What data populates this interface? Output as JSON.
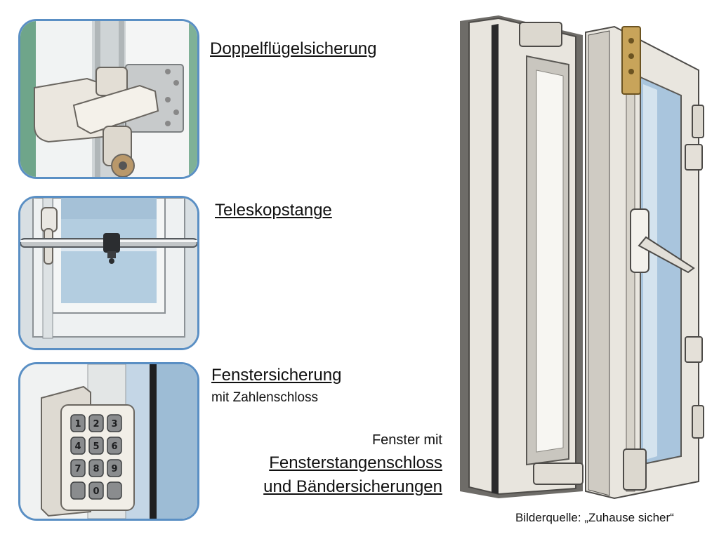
{
  "products": [
    {
      "title": "Doppelflügelsicherung",
      "subtitle": "",
      "icon": "double-sash-lock-icon"
    },
    {
      "title": "Teleskopstange",
      "subtitle": "",
      "icon": "telescopic-bar-icon"
    },
    {
      "title": "Fenstersicherung",
      "subtitle": "mit Zahlenschloss",
      "icon": "keypad-lock-icon"
    }
  ],
  "window": {
    "caption_prefix": "Fenster mit",
    "caption_line1": "Fensterstangenschloss",
    "caption_line2": "und Bändersicherungen"
  },
  "credit": "Bilderquelle: „Zuhause sicher“",
  "keypad": {
    "keys": [
      "1",
      "2",
      "3",
      "4",
      "5",
      "6",
      "7",
      "8",
      "9",
      "",
      "0",
      ""
    ]
  },
  "colors": {
    "panel_border": "#5a8fc4",
    "window_frame": "#e8e5de",
    "glass": "#a9c5dd",
    "lock_brass": "#c8a45a"
  }
}
